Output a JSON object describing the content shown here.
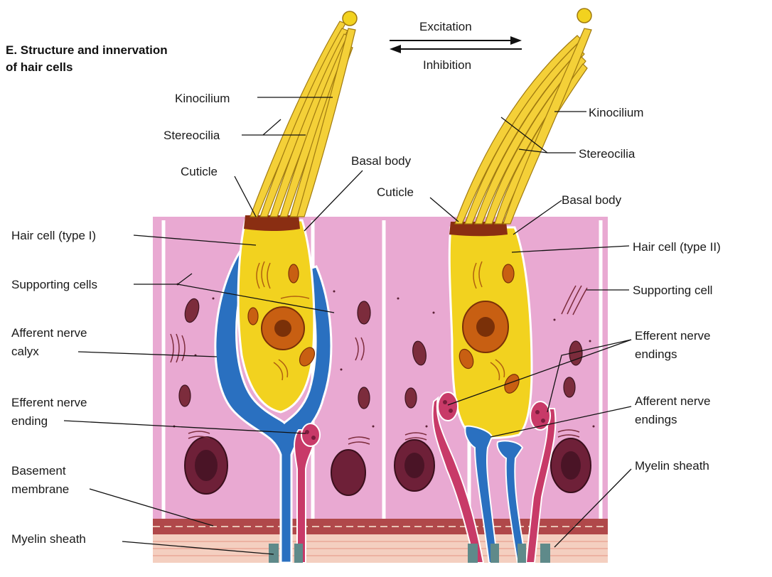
{
  "title": {
    "line1": "E. Structure and innervation",
    "line2": "of hair cells"
  },
  "direction": {
    "excitation": "Excitation",
    "inhibition": "Inhibition"
  },
  "left_labels": {
    "kinocilium": "Kinocilium",
    "stereocilia": "Stereocilia",
    "cuticle": "Cuticle",
    "basal_body": "Basal body",
    "hair_cell": "Hair cell (type I)",
    "supporting_cells": "Supporting cells",
    "afferent_calyx_1": "Afferent nerve",
    "afferent_calyx_2": "calyx",
    "efferent_ending_1": "Efferent nerve",
    "efferent_ending_2": "ending",
    "basement_1": "Basement",
    "basement_2": "membrane",
    "myelin": "Myelin sheath"
  },
  "right_labels": {
    "kinocilium": "Kinocilium",
    "stereocilia": "Stereocilia",
    "cuticle": "Cuticle",
    "basal_body": "Basal body",
    "hair_cell": "Hair cell (type II)",
    "supporting_cell": "Supporting cell",
    "efferent_endings_1": "Efferent nerve",
    "efferent_endings_2": "endings",
    "afferent_endings_1": "Afferent nerve",
    "afferent_endings_2": "endings",
    "myelin": "Myelin sheath"
  },
  "colors": {
    "supporting_cell": "#e9a9d2",
    "hair_cell": "#f2d21f",
    "nucleus": "#c85f12",
    "cuticle": "#8a2e12",
    "afferent_nerve": "#2a70c0",
    "efferent_nerve": "#c83a68",
    "mitochondria": "#7c2c3c",
    "basement": "#a84040",
    "myelin": "#5f8a8a"
  }
}
